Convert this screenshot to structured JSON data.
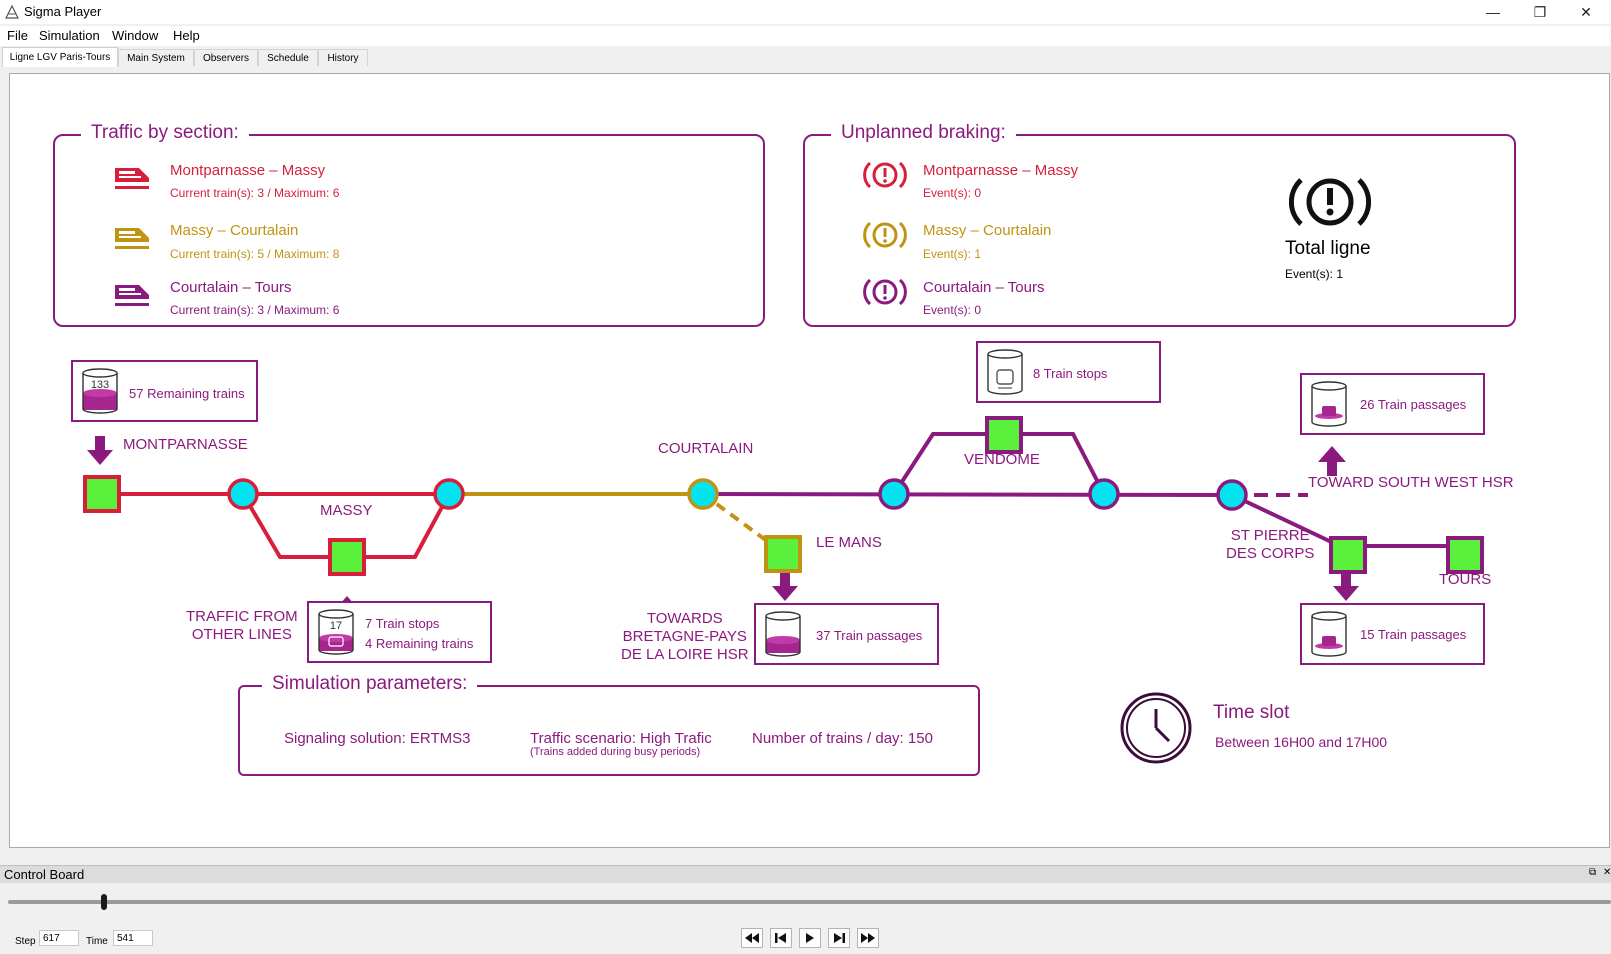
{
  "window": {
    "title": "Sigma Player",
    "minimize": "—",
    "maximize": "❐",
    "close": "✕"
  },
  "menu": [
    "File",
    "Simulation",
    "Window",
    "Help"
  ],
  "tabs": [
    "Ligne LGV Paris-Tours",
    "Main System",
    "Observers",
    "Schedule",
    "History"
  ],
  "traffic": {
    "title": "Traffic by section:",
    "sections": [
      {
        "name": "Montparnasse – Massy",
        "detail": "Current train(s): 3 / Maximum: 6",
        "color": "#d71f3b"
      },
      {
        "name": "Massy – Courtalain",
        "detail": "Current train(s): 5 / Maximum: 8",
        "color": "#c09413"
      },
      {
        "name": "Courtalain – Tours",
        "detail": "Current train(s): 3 / Maximum: 6",
        "color": "#8b1a7e"
      }
    ]
  },
  "braking": {
    "title": "Unplanned braking:",
    "sections": [
      {
        "name": "Montparnasse – Massy",
        "detail": "Event(s): 0",
        "color": "#d71f3b"
      },
      {
        "name": "Massy – Courtalain",
        "detail": "Event(s): 1",
        "color": "#c09413"
      },
      {
        "name": "Courtalain – Tours",
        "detail": "Event(s): 0",
        "color": "#8b1a7e"
      }
    ],
    "total_label": "Total ligne",
    "total_detail": "Event(s): 1"
  },
  "stations": {
    "montparnasse": "MONTPARNASSE",
    "massy": "MASSY",
    "courtalain": "COURTALAIN",
    "le_mans": "LE MANS",
    "vendome": "VENDOME",
    "toward_sw": "TOWARD SOUTH WEST HSR",
    "st_pierre_1": "ST PIERRE",
    "st_pierre_2": "DES CORPS",
    "tours": "TOURS",
    "traffic_from_1": "TRAFFIC FROM",
    "traffic_from_2": "OTHER LINES",
    "bretagne_1": "TOWARDS",
    "bretagne_2": "BRETAGNE-PAYS",
    "bretagne_3": "DE LA LOIRE HSR"
  },
  "boxes": {
    "montparnasse": {
      "count": "133",
      "text": "57 Remaining trains",
      "fill": 0.45
    },
    "massy": {
      "count": "17",
      "text1": "7 Train stops",
      "text2": "4 Remaining trains",
      "fill": 0.35
    },
    "vendome": {
      "text": "8 Train stops"
    },
    "le_mans": {
      "text": "37 Train passages",
      "fill": 0.35
    },
    "toward_sw": {
      "text": "26 Train passages"
    },
    "tours": {
      "text": "15 Train passages"
    }
  },
  "params": {
    "title": "Simulation parameters:",
    "signaling": "Signaling solution: ERTMS3",
    "scenario": "Traffic scenario: High Trafic",
    "scenario_note": "(Trains added during busy periods)",
    "trains_per_day": "Number of trains / day: 150"
  },
  "time_slot": {
    "title": "Time slot",
    "value": "Between 16H00 and 17H00"
  },
  "control_board": {
    "title": "Control Board",
    "slider_fraction": 0.06,
    "step_label": "Step",
    "step_value": "617",
    "time_label": "Time",
    "time_value": "541"
  },
  "colors": {
    "purple": "#8b1a7e",
    "red": "#d71f3b",
    "gold": "#c09413",
    "node": "#00e5f0",
    "station": "#5af03c"
  }
}
